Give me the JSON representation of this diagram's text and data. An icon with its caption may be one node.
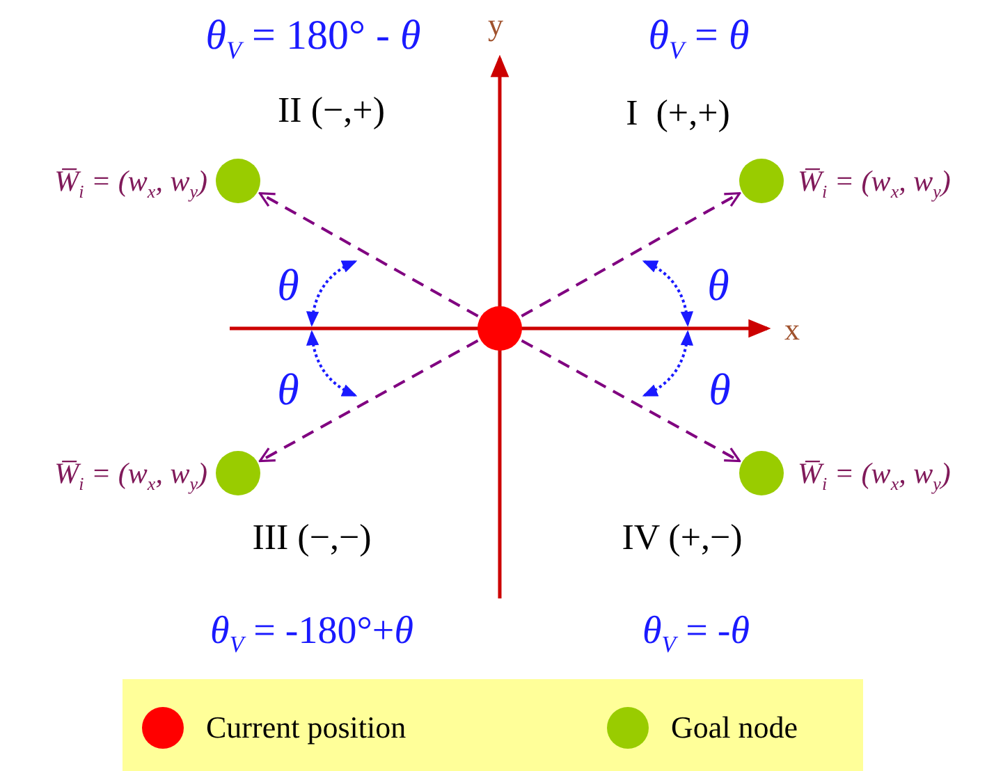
{
  "diagram": {
    "nodes": [
      {
        "text": [],
        "shape": "circle",
        "beside": [
          "W̅$_{i}$ = (*w*$_{x}$, *w*$_{y}$)"
        ]
      },
      {
        "text": [],
        "shape": "circle",
        "beside": [
          "W̅$_{i}$ = (*w*$_{x}$, *w*$_{y}$)"
        ]
      },
      {
        "text": [],
        "shape": "circle"
      },
      {
        "text": [],
        "shape": "circle",
        "beside": [
          "W̅$_{i}$ = (*w*$_{x}$, *w*$_{y}$)"
        ]
      },
      {
        "text": [],
        "shape": "circle",
        "beside": [
          "W̅$_{i}$ = (*w*$_{x}$, *w*$_{y}$)"
        ]
      }
    ],
    "edges": [
      {
        "from": 2,
        "to": 0,
        "arrow": "to",
        "style": "dashed"
      },
      {
        "from": 2,
        "to": 1,
        "arrow": "to",
        "style": "dashed"
      },
      {
        "from": 2,
        "to": 3,
        "arrow": "to",
        "style": "dashed"
      },
      {
        "from": 2,
        "to": 4,
        "arrow": "to",
        "style": "dashed"
      }
    ],
    "labels": [
      "*θ*$_{V}$ = 180° - *θ*",
      "*θ*$_{V}$ = *θ*",
      "y",
      "II (−,+)",
      "I  (+,+)",
      "θ",
      "θ",
      "x",
      "θ",
      "θ",
      "III (−,−)",
      "IV (+,−)",
      "*θ*$_{V}$ = -180°+*θ*",
      "*θ*$_{V}$ = -*θ*"
    ],
    "legend": [
      {
        "text": "Current position",
        "color": "#ff0000"
      },
      {
        "text": "Goal node",
        "color": "#99cc00"
      }
    ]
  }
}
